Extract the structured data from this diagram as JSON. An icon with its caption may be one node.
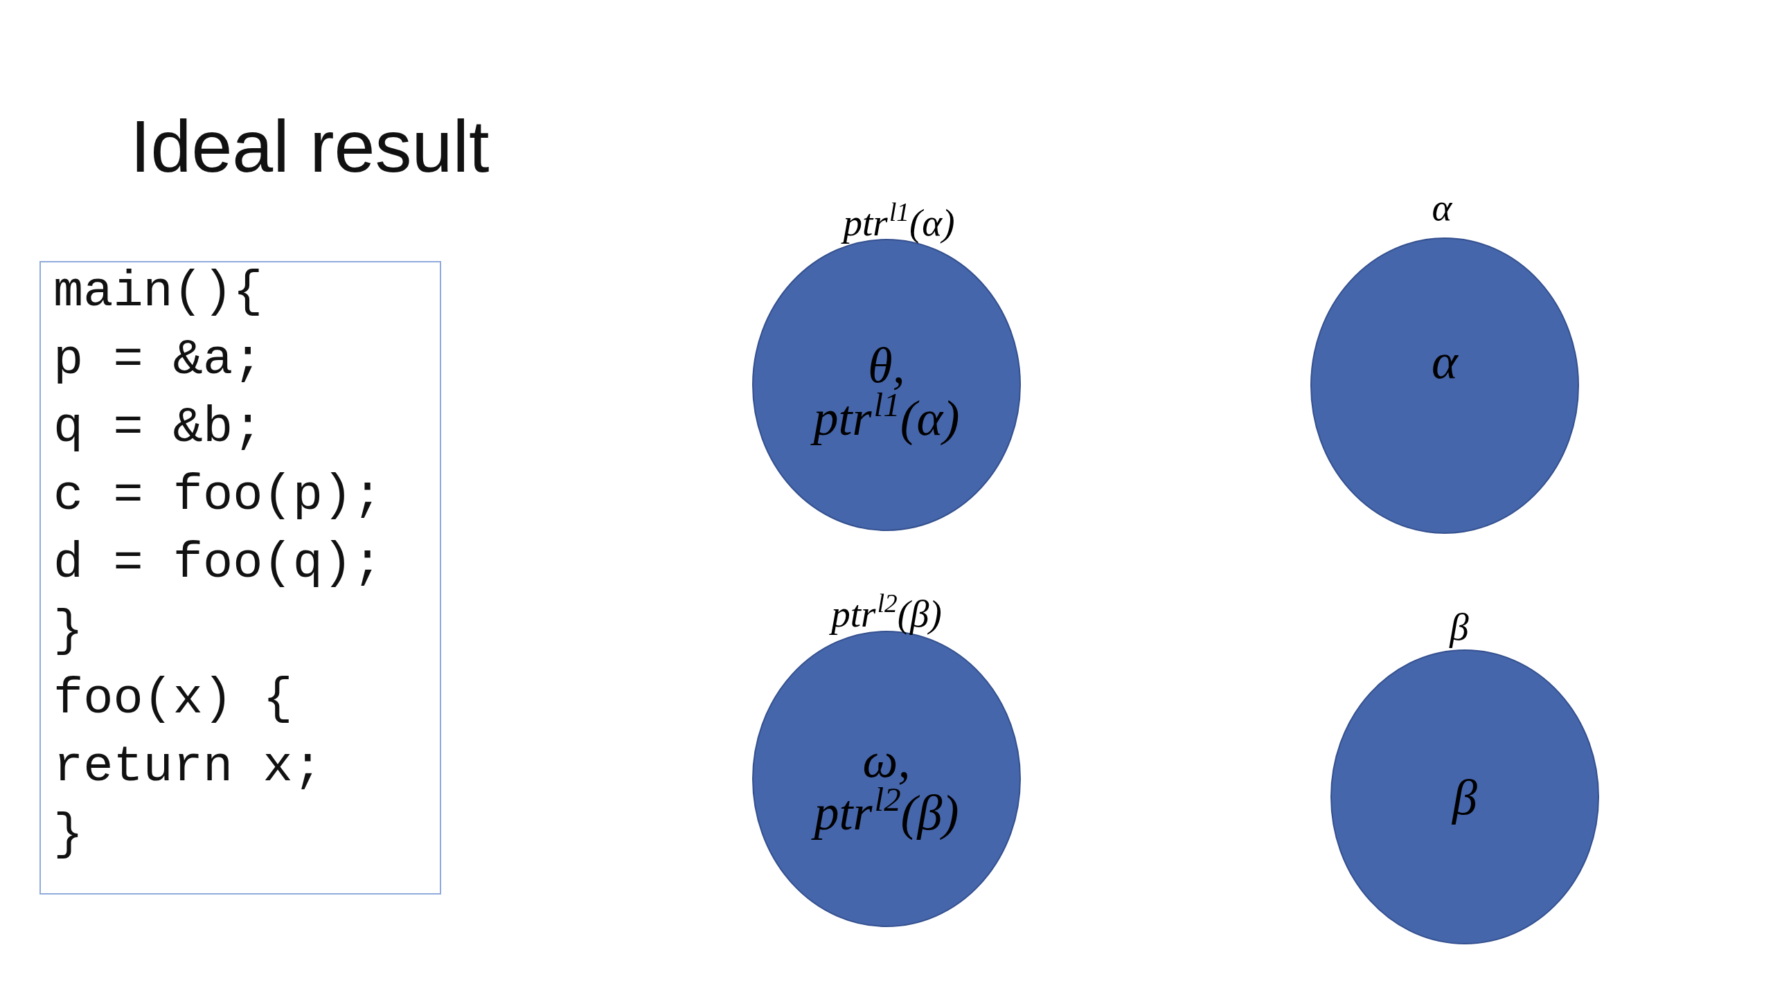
{
  "diagram": {
    "title": "Ideal result",
    "nodes": [
      {
        "text": [
          "main(){",
          "p = &a;",
          "q = &b;",
          "c = foo(p);",
          "d = foo(q);",
          "}",
          "foo(x) {",
          "return x;",
          "}"
        ]
      },
      {
        "text": [
          "ptr$^{l1}$(α)",
          "θ, ptr$^{l1}$(α)"
        ]
      },
      {
        "text": [
          "α",
          "α"
        ]
      },
      {
        "text": [
          "ptr$^{l2}$(β)",
          "ω, ptr$^{l2}$(β)"
        ]
      },
      {
        "text": [
          "β",
          "β"
        ]
      }
    ]
  }
}
